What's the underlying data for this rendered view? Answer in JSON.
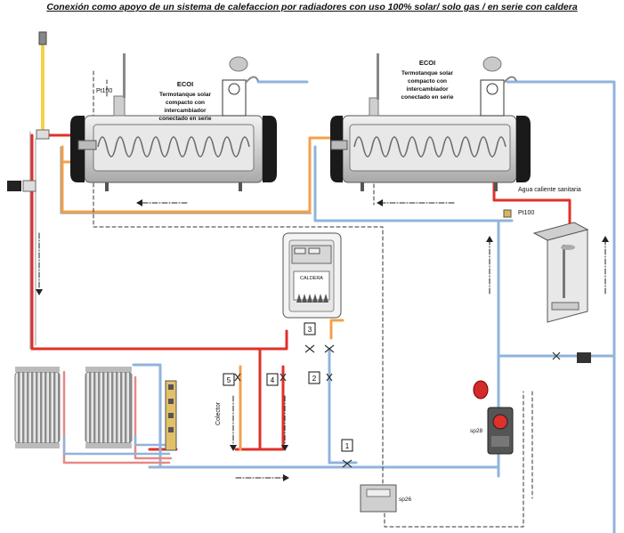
{
  "title": "Conexión como apoyo de un sistema de calefaccion por radiadores  con uso 100% solar/ solo gas / en serie con caldera",
  "tank_left": {
    "brand": "ECOI",
    "line1": "Termotanque  solar",
    "line2": "compacto con",
    "line3": "intercambiador",
    "line4": "conectado  en serie"
  },
  "tank_right": {
    "brand": "ECOI",
    "line1": "Termotanque  solar",
    "line2": "compacto con",
    "line3": "intercambiador",
    "line4": "conectado  en serie"
  },
  "labels": {
    "pt100_left": "Pt100",
    "pt100_right": "Pt100",
    "hot_water": "Agua caliente sanitaria",
    "boiler": "CALDERA",
    "collector": "Colector",
    "controller_sp26": "sp26",
    "controller_sp28": "sp28"
  },
  "valves": [
    "1",
    "2",
    "3",
    "4",
    "5"
  ],
  "colors": {
    "hot_pipe": "#e0302a",
    "cold_pipe": "#8fb4dc",
    "solar_pipe": "#f4a04a",
    "feed_pipe": "#f3d24a",
    "tank_body": "#d9d9d9",
    "tank_cap": "#1a1a1a"
  }
}
